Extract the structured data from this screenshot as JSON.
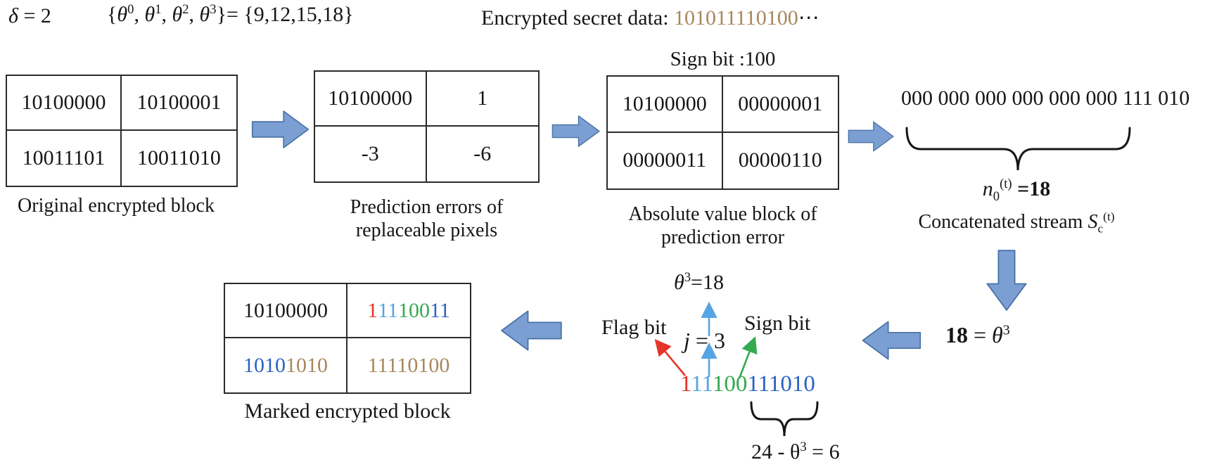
{
  "colors": {
    "arrow_fill": "#7b9fd2",
    "arrow_stroke": "#4a72a8",
    "red": "#e5342a",
    "light_blue": "#55a4e4",
    "green": "#35a94e",
    "blue": "#2b62c4",
    "brown": "#a8875d",
    "black": "#1a1a1a"
  },
  "header": {
    "delta": [
      {
        "t": "δ",
        "i": 1
      },
      {
        "t": " = 2"
      }
    ],
    "theta_set": [
      {
        "t": "{"
      },
      {
        "t": "θ",
        "i": 1
      },
      {
        "t": "0",
        "sup": 1
      },
      {
        "t": ", "
      },
      {
        "t": "θ",
        "i": 1
      },
      {
        "t": "1",
        "sup": 1
      },
      {
        "t": ", "
      },
      {
        "t": "θ",
        "i": 1
      },
      {
        "t": "2",
        "sup": 1
      },
      {
        "t": ", "
      },
      {
        "t": "θ",
        "i": 1
      },
      {
        "t": "3",
        "sup": 1
      },
      {
        "t": "}= {9,12,15,18}"
      }
    ],
    "secret": [
      {
        "t": "Encrypted secret data: "
      },
      {
        "t": "101011110100",
        "c": "brown"
      },
      {
        "t": "⋯"
      }
    ]
  },
  "original_block": {
    "cells": [
      [
        "10100000",
        "10100001"
      ],
      [
        "10011101",
        "10011010"
      ]
    ],
    "caption": "Original encrypted block"
  },
  "prediction_block": {
    "cells": [
      [
        "10100000",
        "1"
      ],
      [
        "-3",
        "-6"
      ]
    ],
    "caption_line1": "Prediction errors of",
    "caption_line2": "replaceable pixels"
  },
  "absolute_block": {
    "sign_bit_label": "Sign bit :100",
    "cells": [
      [
        "10100000",
        "00000001"
      ],
      [
        "00000011",
        "00000110"
      ]
    ],
    "caption_line1": "Absolute value block of",
    "caption_line2": "prediction error"
  },
  "stream": {
    "bits": "000 000 000 000 000 000 111 010",
    "n0": [
      {
        "t": "n",
        "i": 1
      },
      {
        "t": "0",
        "sub": 1
      },
      {
        "t": "(t)",
        "sup": 1
      },
      {
        "t": " "
      },
      {
        "t": "=18",
        "b": 1
      }
    ],
    "caption": [
      {
        "t": "Concatenated stream "
      },
      {
        "t": "S",
        "i": 1
      },
      {
        "t": "c",
        "sub": 1
      },
      {
        "t": "(t)",
        "sup": 1
      }
    ]
  },
  "selector": {
    "equation": [
      {
        "t": "18",
        "b": 1
      },
      {
        "t": " = "
      },
      {
        "t": "θ",
        "i": 1
      },
      {
        "t": "3",
        "sup": 1
      }
    ]
  },
  "embedding": {
    "theta_eq": [
      {
        "t": "θ",
        "i": 1
      },
      {
        "t": "3",
        "sup": 1
      },
      {
        "t": "=18"
      }
    ],
    "flag_label": "Flag bit",
    "j_eq": [
      {
        "t": "j",
        "i": 1
      },
      {
        "t": " = 3"
      }
    ],
    "sign_label": "Sign bit",
    "bits": [
      {
        "t": "1",
        "c": "red"
      },
      {
        "t": "11",
        "c": "light_blue"
      },
      {
        "t": "100",
        "c": "green"
      },
      {
        "t": "111010",
        "c": "blue"
      }
    ],
    "capacity_eq": [
      {
        "t": "24 - θ"
      },
      {
        "t": "3",
        "sup": 1
      },
      {
        "t": " = 6"
      }
    ]
  },
  "marked_block": {
    "cells_rich": [
      [
        [
          {
            "t": "10100000",
            "c": "black"
          }
        ],
        [
          {
            "t": "1",
            "c": "red"
          },
          {
            "t": "11",
            "c": "light_blue"
          },
          {
            "t": "100",
            "c": "green"
          },
          {
            "t": "11",
            "c": "blue"
          }
        ]
      ],
      [
        [
          {
            "t": "1010",
            "c": "blue"
          },
          {
            "t": "1010",
            "c": "brown"
          }
        ],
        [
          {
            "t": "11110100",
            "c": "brown"
          }
        ]
      ]
    ],
    "caption": "Marked encrypted block"
  }
}
